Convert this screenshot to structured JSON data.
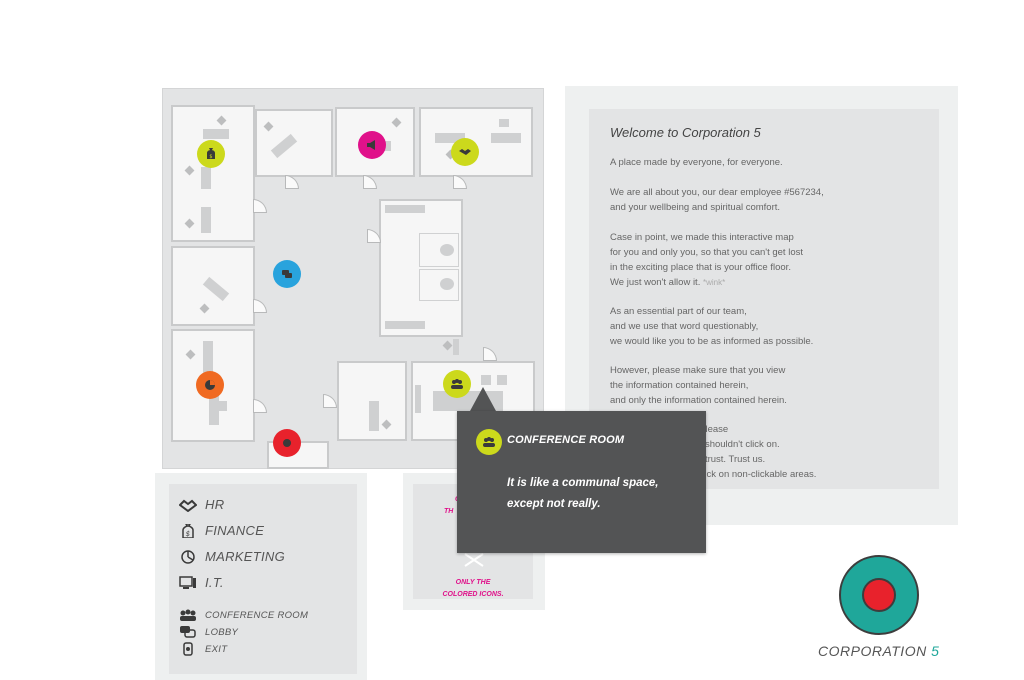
{
  "welcome": {
    "title": "Welcome to Corporation 5",
    "lines": [
      "A place made by everyone, for everyone.",
      "We are all about you, our dear employee #567234,",
      "and your wellbeing and spiritual comfort.",
      "Case in point, we made this interactive map",
      "for you and only you, so that you can't get lost",
      "in the exciting place that is your office floor.",
      "We just won't allow it.",
      "*wink*",
      "As an essential part of our team,",
      "and we use that word questionably,",
      "we would like you to be as informed as possible.",
      "However, please make sure that you view",
      "the information contained herein,",
      "and only the information contained herein.",
      "m, please",
      "you shouldn't click on.",
      "e in trust. Trust us.",
      "to click on non-clickable areas."
    ]
  },
  "legend": {
    "items": [
      {
        "label": "HR",
        "icon": "handshake-icon"
      },
      {
        "label": "FINANCE",
        "icon": "money-bag-icon"
      },
      {
        "label": "MARKETING",
        "icon": "pie-chart-icon"
      },
      {
        "label": "I.T.",
        "icon": "computer-icon"
      },
      {
        "label": "CONFERENCE ROOM",
        "icon": "people-icon"
      },
      {
        "label": "LOBBY",
        "icon": "speech-bubbles-icon"
      },
      {
        "label": "EXIT",
        "icon": "exit-icon"
      }
    ]
  },
  "hint": {
    "top_left": "C",
    "top_left2": "TH",
    "bottom_line1": "ONLY THE",
    "bottom_line2": "COLORED ICONS."
  },
  "tooltip": {
    "title": "CONFERENCE ROOM",
    "line1": "It is like a communal space,",
    "line2": "except not really."
  },
  "logo": {
    "name": "CORPORATION",
    "number": "5"
  },
  "colors": {
    "finance": "#ccd91c",
    "marketing_pink": "#e0118a",
    "hr": "#ccd91c",
    "lobby": "#29a3dd",
    "marketing": "#f06a22",
    "exit": "#e8222c",
    "conference": "#ccd91c",
    "logo_teal": "#1fa79a",
    "logo_red": "#e8222c"
  }
}
